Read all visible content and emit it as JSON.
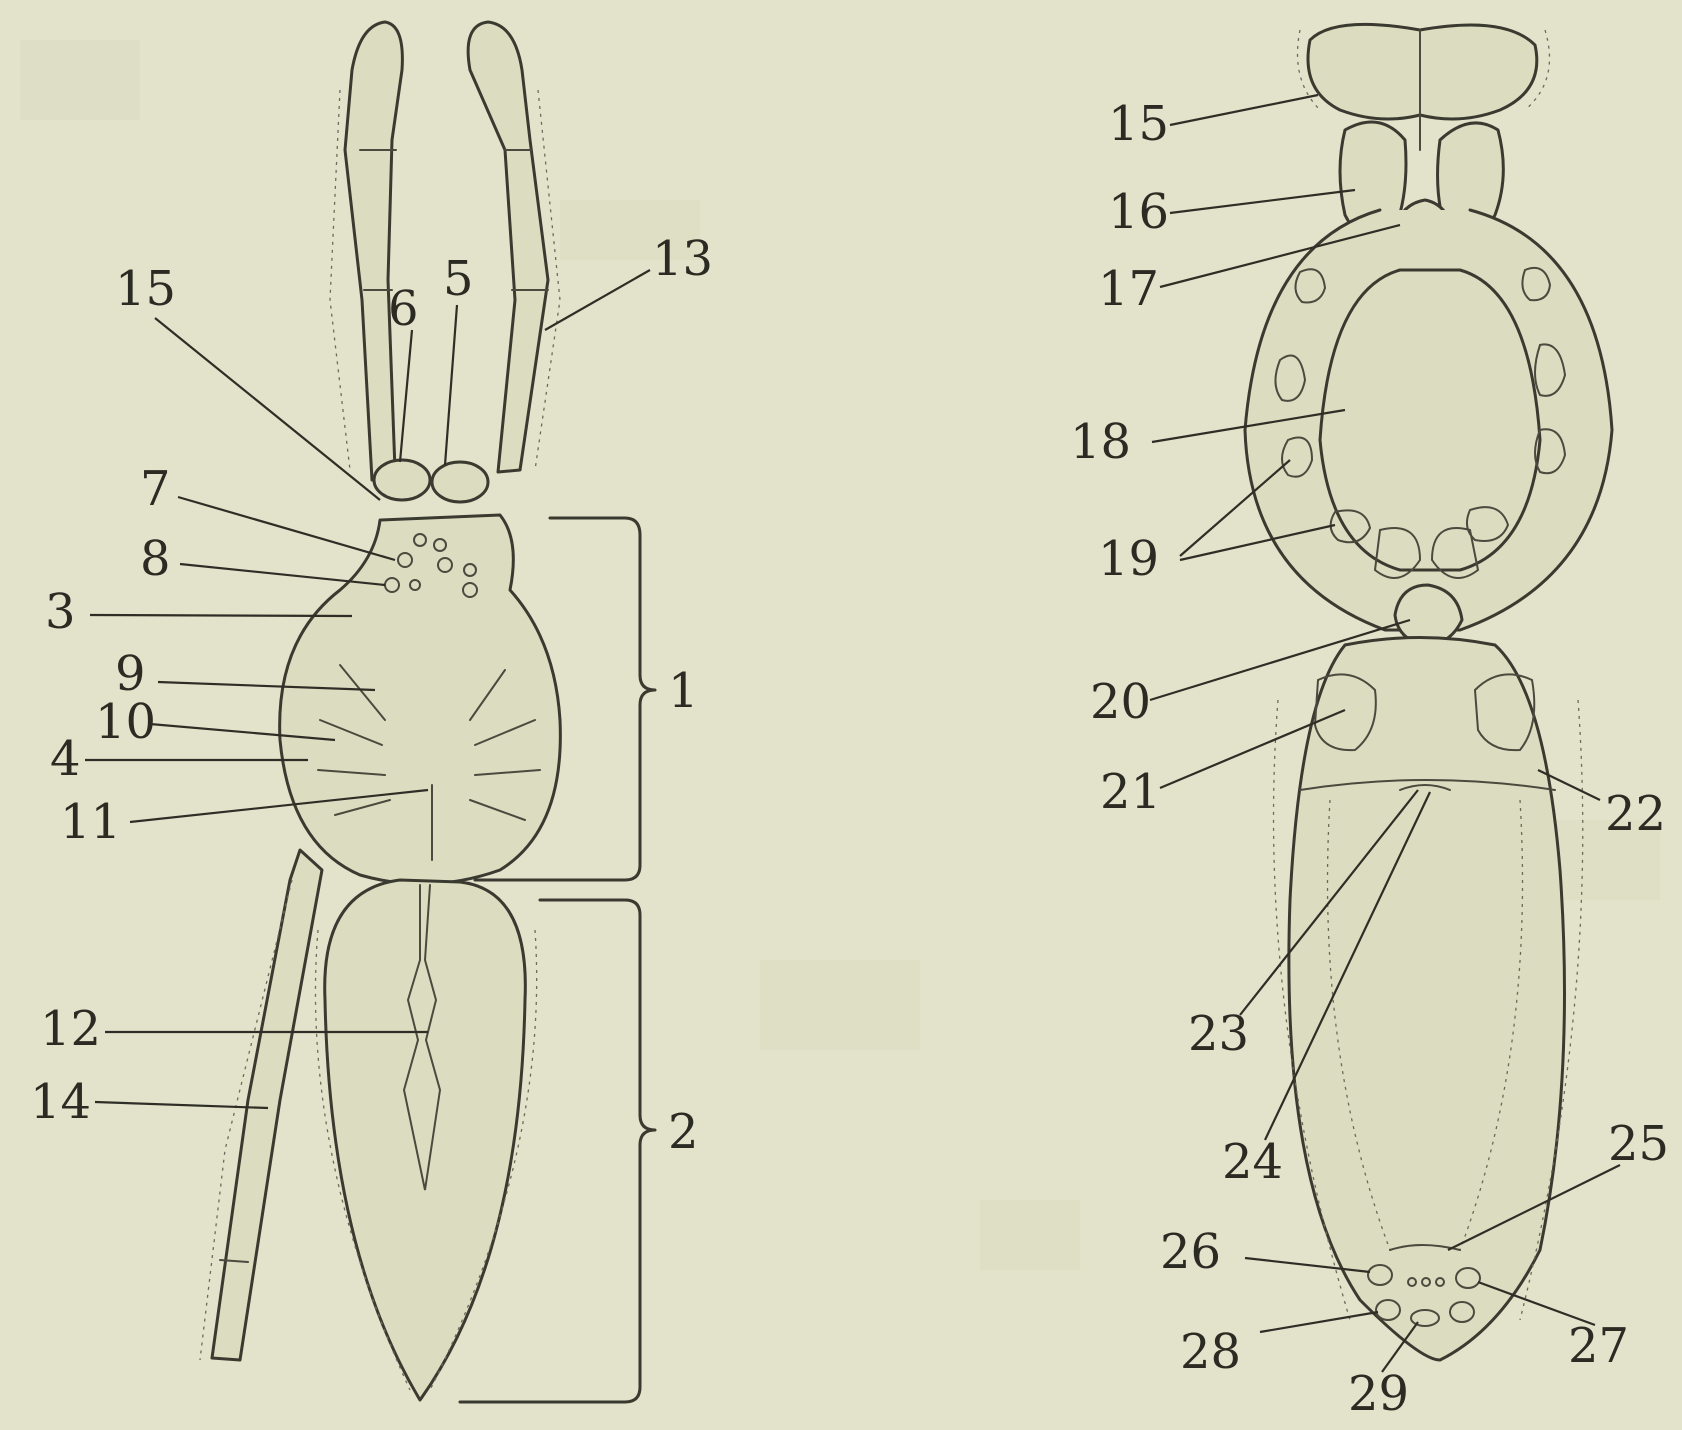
{
  "figure_left": {
    "labels": {
      "l15": "15",
      "l6": "6",
      "l5": "5",
      "l13": "13",
      "l7": "7",
      "l8": "8",
      "l3": "3",
      "l9": "9",
      "l10": "10",
      "l4": "4",
      "l11": "11",
      "l12": "12",
      "l14": "14",
      "l1": "1",
      "l2": "2"
    }
  },
  "figure_right": {
    "labels": {
      "r15": "15",
      "r16": "16",
      "r17": "17",
      "r18": "18",
      "r19": "19",
      "r20": "20",
      "r21": "21",
      "r22": "22",
      "r23": "23",
      "r24": "24",
      "r25": "25",
      "r26": "26",
      "r27": "27",
      "r28": "28",
      "r29": "29"
    }
  },
  "colors": {
    "paper": "#e3e3cb",
    "ink": "#2b2b24"
  }
}
